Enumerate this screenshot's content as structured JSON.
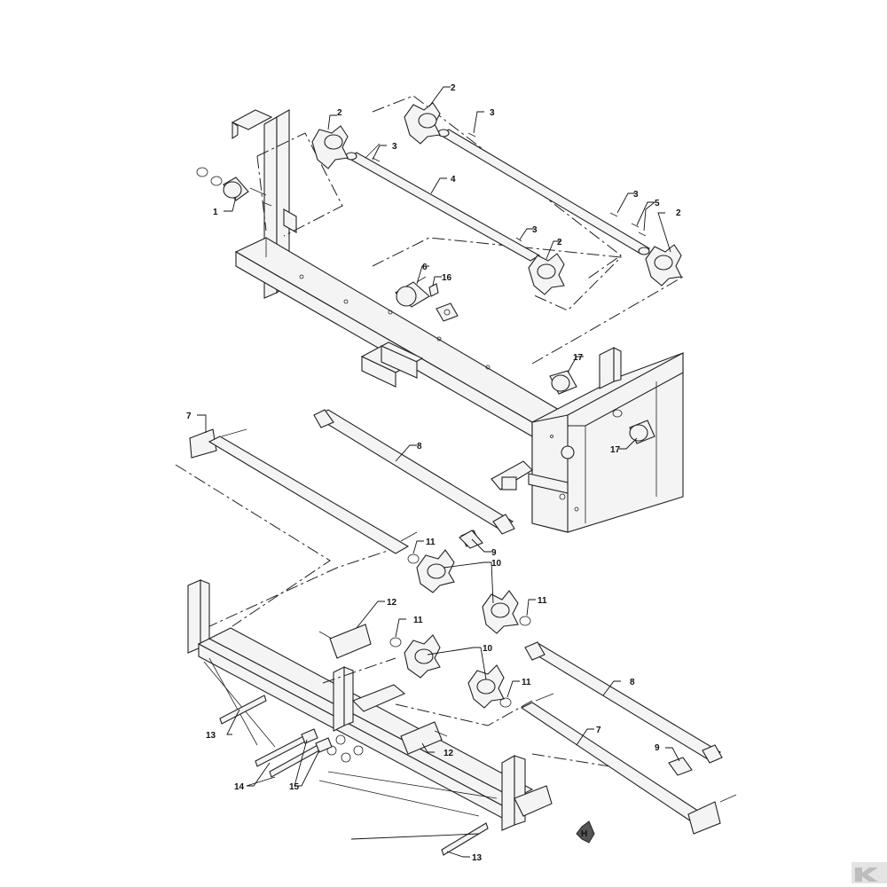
{
  "callouts": {
    "c1": "1",
    "c2a": "2",
    "c2b": "2",
    "c2c": "2",
    "c2d": "2",
    "c3a": "3",
    "c3b": "3",
    "c3c": "3",
    "c3d": "3",
    "c4": "4",
    "c5": "5",
    "c6": "6",
    "c16": "16",
    "c17a": "17",
    "c17b": "17",
    "c7a": "7",
    "c7b": "7",
    "c8a": "8",
    "c8b": "8",
    "c9a": "9",
    "c9b": "9",
    "c10a": "10",
    "c10b": "10",
    "c11a": "11",
    "c11b": "11",
    "c11c": "11",
    "c11d": "11",
    "c12a": "12",
    "c12b": "12",
    "c13a": "13",
    "c13b": "13",
    "c14": "14",
    "c15": "15"
  },
  "icons": {
    "logo": "manufacturer-logo-icon",
    "corner": "corner-brand-mark-icon"
  },
  "colors": {
    "ink": "#222222",
    "paper": "#ffffff"
  }
}
